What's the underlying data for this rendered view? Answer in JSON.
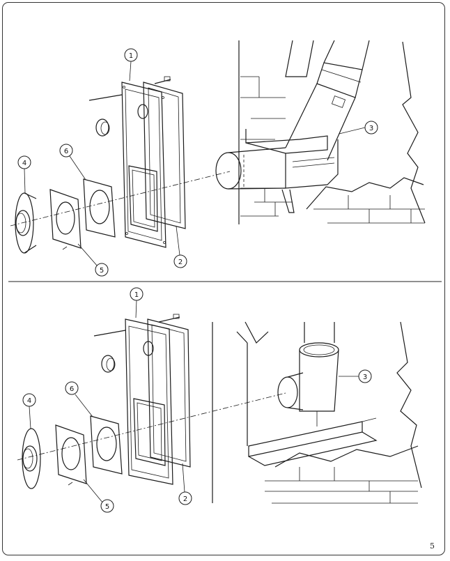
{
  "diagrams": [
    {
      "callouts": [
        "1",
        "2",
        "3",
        "4",
        "5",
        "6"
      ]
    },
    {
      "callouts": [
        "1",
        "2",
        "3",
        "4",
        "5",
        "6"
      ]
    }
  ],
  "page_number": "5"
}
